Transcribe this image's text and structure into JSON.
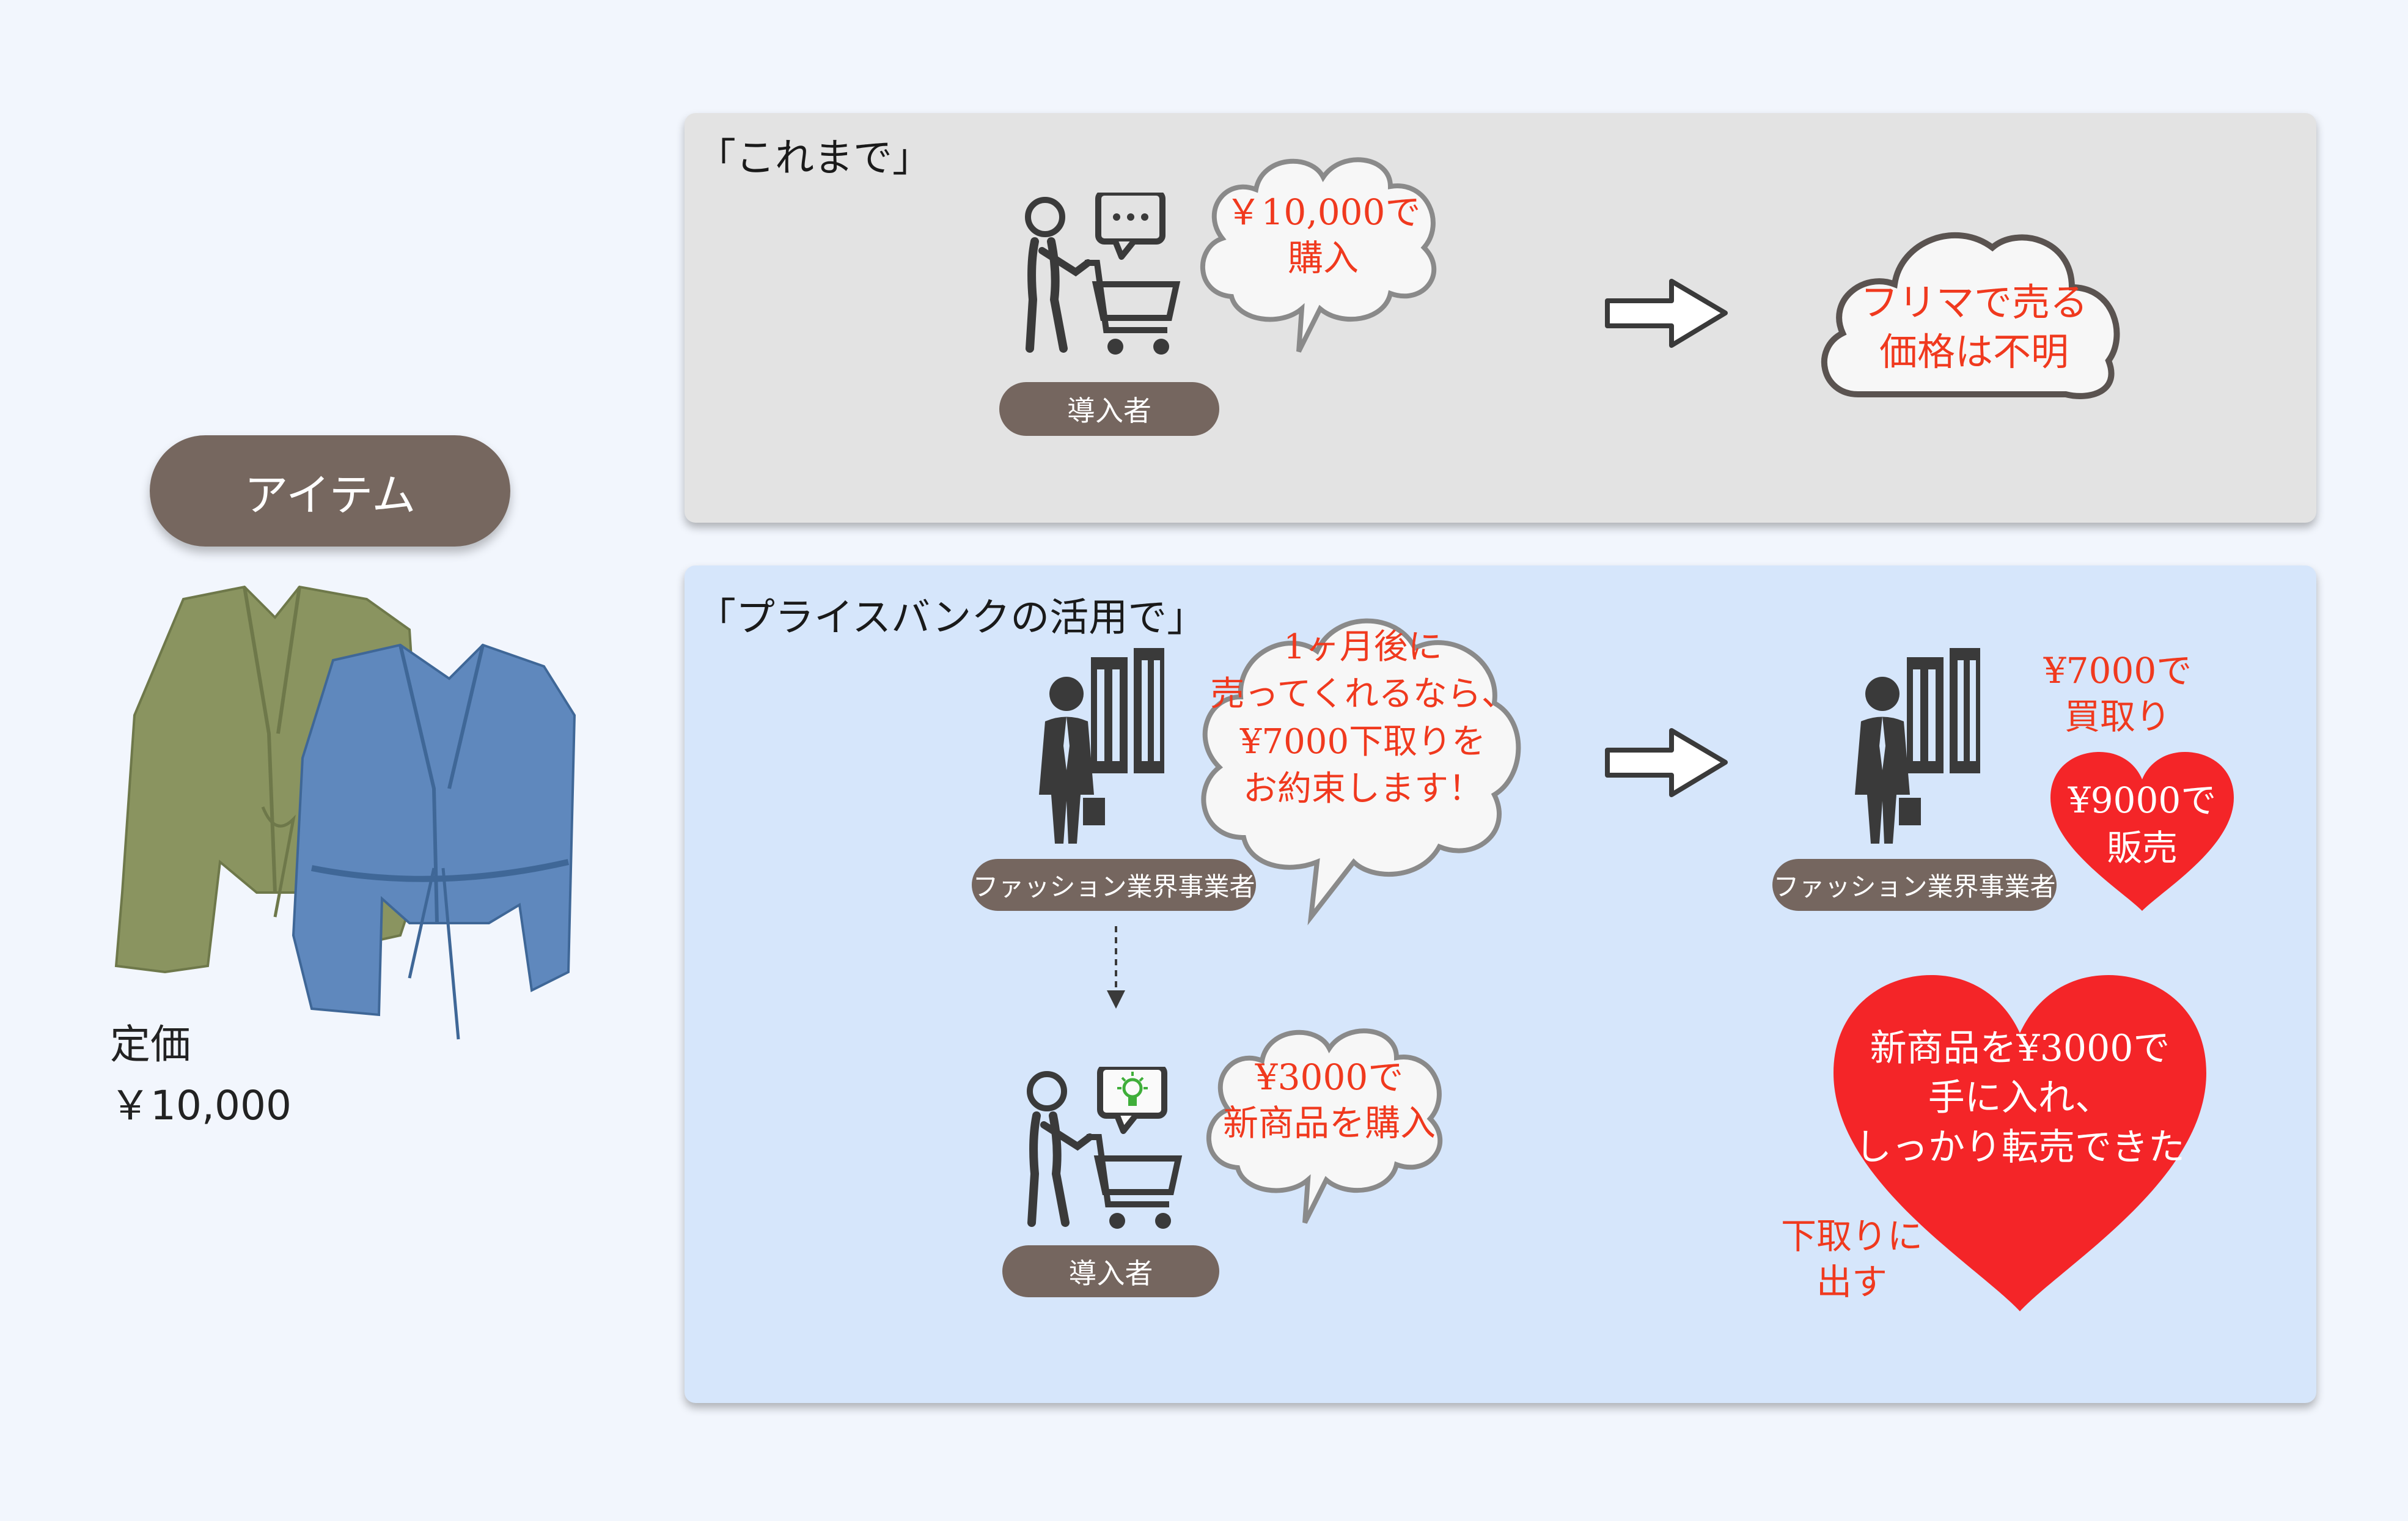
{
  "item": {
    "label": "アイテム",
    "price_label": "定価",
    "price_value": "￥10,000"
  },
  "before": {
    "title": "「これまで」",
    "buyer_label": "導入者",
    "bubble_line1": "￥10,000で",
    "bubble_line2": "購入",
    "cloud_line1": "フリマで売る",
    "cloud_line2": "価格は不明"
  },
  "after": {
    "title": "「プライスバンクの活用で」",
    "business_label_left": "ファッション業界事業者",
    "business_label_right": "ファッション業界事業者",
    "offer_line1": "1ヶ月後に",
    "offer_line2": "売ってくれるなら、",
    "offer_line3": "¥7000下取りを",
    "offer_line4": "お約束します！",
    "buyback_line1": "¥7000で",
    "buyback_line2": "買取り",
    "sell_line1": "¥9000で",
    "sell_line2": "販売",
    "buyer_label": "導入者",
    "new_bubble_line1": "¥3000で",
    "new_bubble_line2": "新商品を購入",
    "result_line1": "新商品を¥3000で",
    "result_line2": "手に入れ、",
    "result_line3": "しっかり転売できた",
    "tradein_line1": "下取りに",
    "tradein_line2": "出す"
  },
  "colors": {
    "pill": "#75665f",
    "accent_red": "#f0391e",
    "heart_red": "#f42528",
    "panel_gray": "#e3e3e3",
    "panel_blue": "#d6e6fb",
    "icon": "#3a3a3a"
  }
}
